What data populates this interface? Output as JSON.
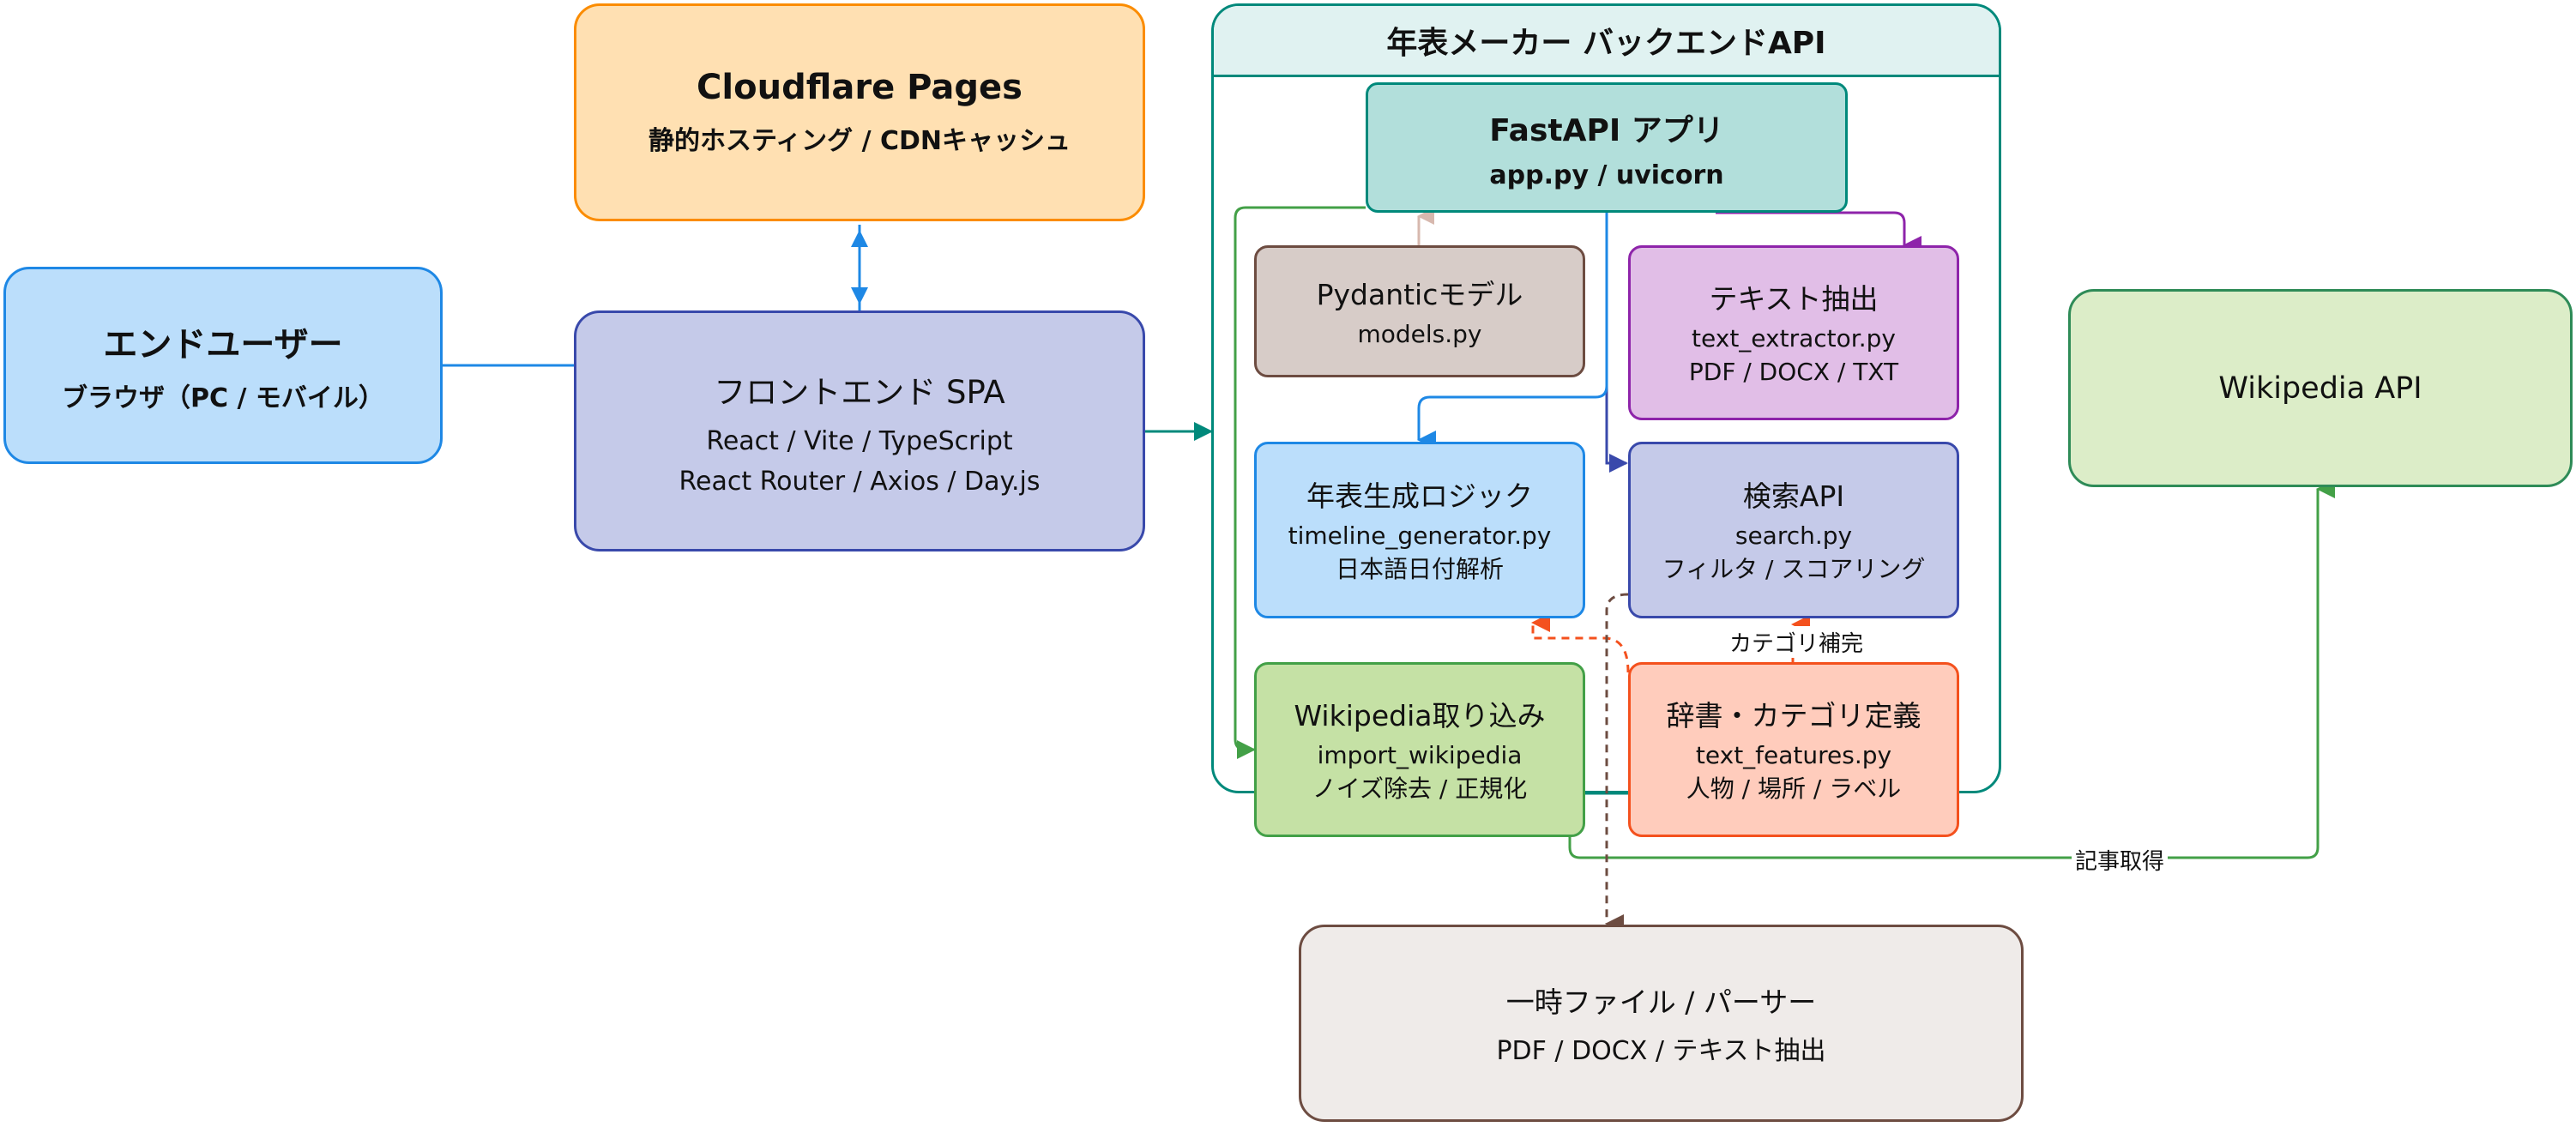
{
  "enduser": {
    "title": "エンドユーザー",
    "sub": "ブラウザ（PC / モバイル）"
  },
  "cloudflare": {
    "title": "Cloudflare Pages",
    "sub": "静的ホスティング / CDNキャッシュ"
  },
  "frontend": {
    "title": "フロントエンド SPA",
    "line1": "React / Vite / TypeScript",
    "line2": "React Router / Axios / Day.js"
  },
  "backend": {
    "title": "年表メーカー バックエンドAPI"
  },
  "fastapi": {
    "title": "FastAPI アプリ",
    "sub": "app.py / uvicorn"
  },
  "pydantic": {
    "title": "Pydanticモデル",
    "sub": "models.py"
  },
  "extract": {
    "title": "テキスト抽出",
    "sub": "text_extractor.py",
    "sub2": "PDF / DOCX / TXT"
  },
  "timeline": {
    "title": "年表生成ロジック",
    "sub": "timeline_generator.py",
    "sub2": "日本語日付解析"
  },
  "search": {
    "title": "検索API",
    "sub": "search.py",
    "sub2": "フィルタ / スコアリング"
  },
  "wikiimport": {
    "title": "Wikipedia取り込み",
    "sub": "import_wikipedia",
    "sub2": "ノイズ除去 / 正規化"
  },
  "dict": {
    "title": "辞書・カテゴリ定義",
    "sub": "text_features.py",
    "sub2": "人物 / 場所 / ラベル"
  },
  "wikiapi": {
    "title": "Wikipedia API"
  },
  "tempfile": {
    "title": "一時ファイル / パーサー",
    "sub": "PDF / DOCX / テキスト抽出"
  },
  "edge_labels": {
    "category": "カテゴリ補完",
    "article": "記事取得"
  },
  "colors": {
    "user": "#bbdefb",
    "cloudflare": "#ffe0b2",
    "frontend": "#c5cae9",
    "backend_header": "#e0f2f1",
    "fastapi": "#b2dfdb",
    "pydantic": "#d7ccc8",
    "extract": "#e1bee7",
    "timeline": "#bbdefb",
    "search": "#c5cae9",
    "wikiimport": "#c5e1a5",
    "dict": "#ffccbc",
    "wikiapi": "#dcedc8",
    "tempfile": "#efebe9"
  }
}
